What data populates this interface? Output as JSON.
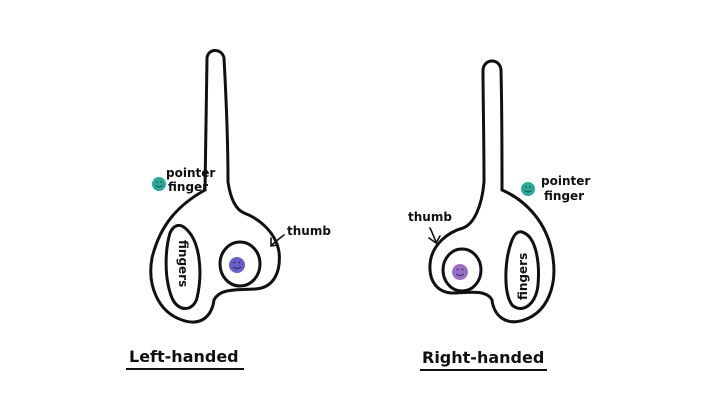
{
  "left": {
    "title": "Left-handed",
    "pointer_label_1": "pointer",
    "pointer_label_2": "finger",
    "thumb_label": "thumb",
    "fingers_label": "fingers",
    "pointer_dot_color": "#2fa79a",
    "thumb_dot_color": "#6a5fc6"
  },
  "right": {
    "title": "Right-handed",
    "pointer_label_1": "pointer",
    "pointer_label_2": "finger",
    "thumb_label": "thumb",
    "fingers_label": "fingers",
    "pointer_dot_color": "#2fa79a",
    "thumb_dot_color": "#9a6fc8"
  }
}
